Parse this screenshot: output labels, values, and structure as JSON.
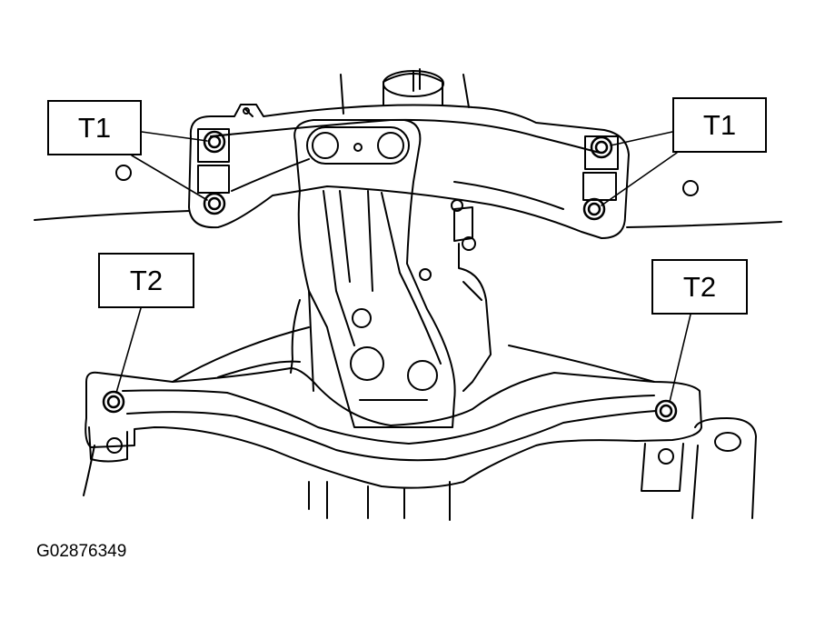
{
  "callouts": {
    "t1_left": "T1",
    "t1_right": "T1",
    "t2_left": "T2",
    "t2_right": "T2"
  },
  "figure_id": "G02876349",
  "colors": {
    "line": "#000000",
    "background": "#ffffff"
  }
}
